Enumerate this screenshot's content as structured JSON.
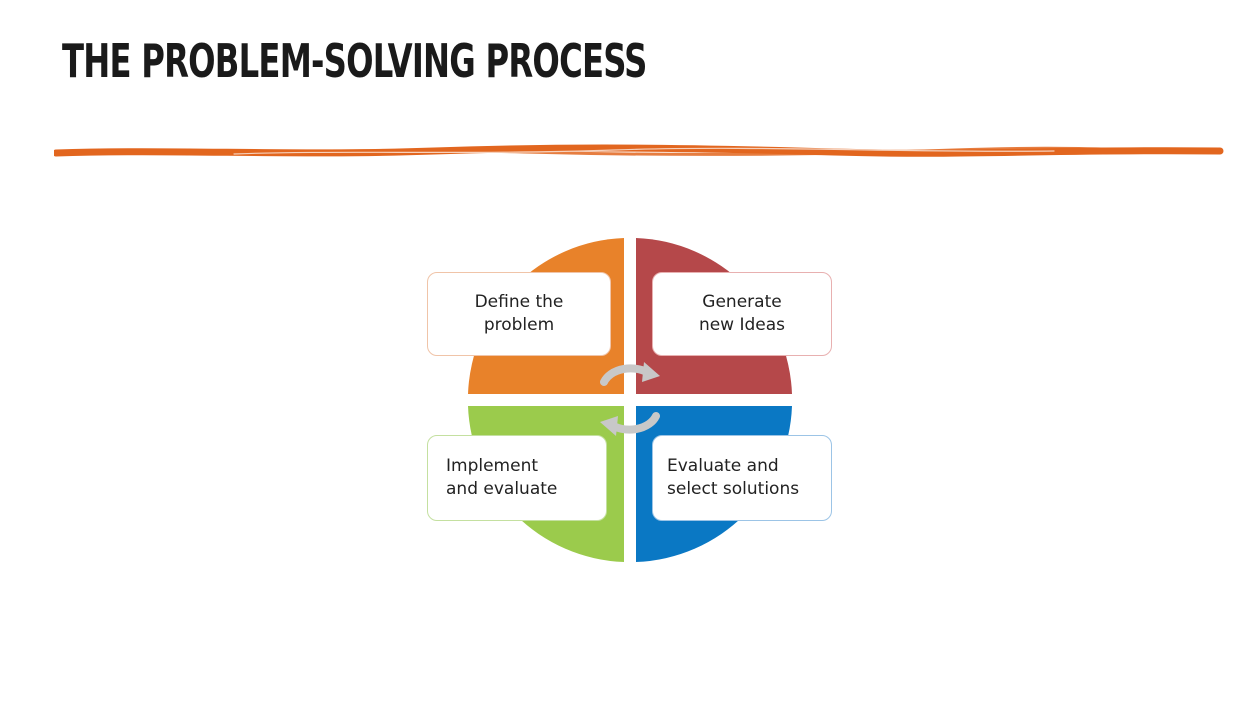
{
  "slide": {
    "title": "THE PROBLEM-SOLVING PROCESS",
    "accent_color": "#e2661f"
  },
  "diagram": {
    "steps": [
      {
        "label": "Define the\nproblem",
        "color": "#e8822a"
      },
      {
        "label": "Generate\nnew Ideas",
        "color": "#b5484a"
      },
      {
        "label": "Evaluate and\nselect solutions",
        "color": "#0a78c4"
      },
      {
        "label": "Implement\nand evaluate",
        "color": "#9bcb4c"
      }
    ],
    "arrow_color": "#c8c8c8"
  }
}
